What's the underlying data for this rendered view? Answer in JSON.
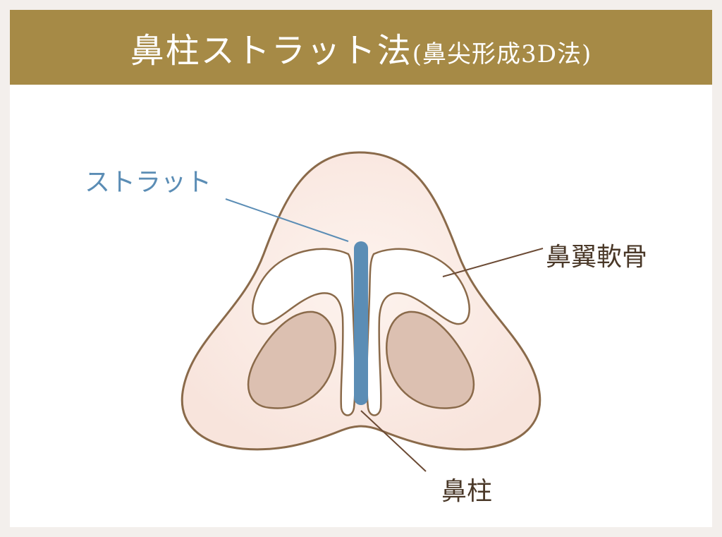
{
  "header": {
    "title_main": "鼻柱ストラット法",
    "title_sub": "(鼻尖形成3D法)"
  },
  "labels": {
    "strut": "ストラット",
    "alar_cartilage": "鼻翼軟骨",
    "columella": "鼻柱"
  },
  "colors": {
    "header_bg": "#a68a46",
    "strut": "#5b8db5",
    "outline": "#8a6a4a",
    "skin": "#fbece6",
    "nostril": "#dcc0b1"
  }
}
